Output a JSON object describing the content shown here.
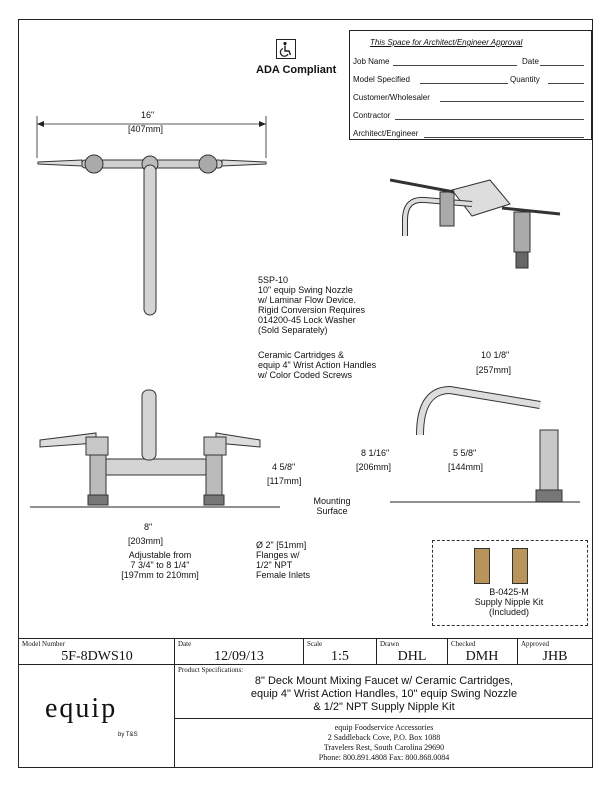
{
  "ada": {
    "label": "ADA Compliant",
    "icon": "wheelchair-icon"
  },
  "approval": {
    "title": "This Space for Architect/Engineer Approval",
    "job_name": "Job Name",
    "date": "Date",
    "model_specified": "Model Specified",
    "quantity": "Quantity",
    "customer": "Customer/Wholesaler",
    "contractor": "Contractor",
    "architect": "Architect/Engineer"
  },
  "dimensions": {
    "width_16": "16\"",
    "width_407": "[407mm]",
    "reach_10": "10 1/8\"",
    "reach_257": "[257mm]",
    "height_8": "8 1/16\"",
    "height_206": "[206mm]",
    "height_5": "5 5/8\"",
    "height_144": "[144mm]",
    "height_4": "4 5/8\"",
    "height_117": "[117mm]",
    "center_8": "8\"",
    "center_203": "[203mm]"
  },
  "callouts": {
    "nozzle": "5SP-10\n10\" equip Swing Nozzle\nw/ Laminar Flow Device.\nRigid Conversion Requires\n014200-45 Lock Washer\n(Sold Separately)",
    "cartridges": "Ceramic Cartridges &\nequip 4\" Wrist Action Handles\nw/ Color Coded Screws",
    "mounting": "Mounting\nSurface",
    "adjustable": "Adjustable from\n7 3/4\" to 8 1/4\"\n[197mm to 210mm]",
    "flanges": "Ø 2\" [51mm]\nFlanges w/\n1/2\" NPT\nFemale Inlets",
    "kit": "B-0425-M\nSupply Nipple Kit\n(Included)"
  },
  "title_block": {
    "model_label": "Model Number",
    "model": "5F-8DWS10",
    "date_label": "Date",
    "date": "12/09/13",
    "scale_label": "Scale",
    "scale": "1:5",
    "drawn_label": "Drawn",
    "drawn": "DHL",
    "checked_label": "Checked",
    "checked": "DMH",
    "approved_label": "Approved",
    "approved": "JHB",
    "spec_label": "Product Specifications:",
    "spec": "8\" Deck Mount Mixing Faucet w/ Ceramic Cartridges,\nequip 4\" Wrist Action Handles, 10\" equip Swing Nozzle\n& 1/2\" NPT Supply Nipple Kit",
    "company": "equip Foodservice Accessories\n2 Saddleback Cove, P.O. Box 1088\nTravelers Rest, South Carolina 29690\nPhone: 800.891.4808  Fax: 800.868.0084",
    "logo_text": "equip",
    "logo_sub": "by T&S"
  }
}
